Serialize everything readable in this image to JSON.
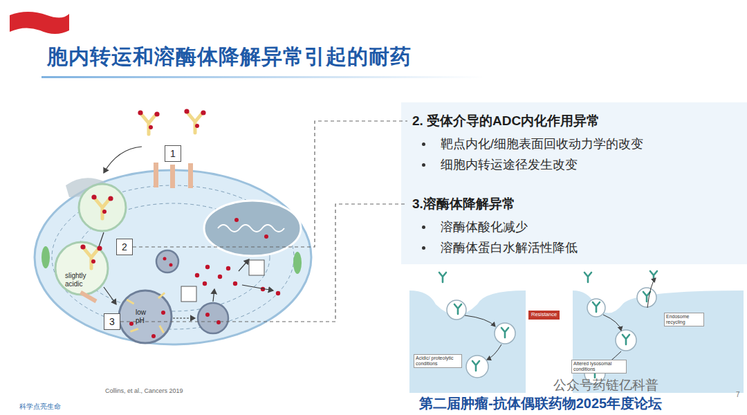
{
  "diagram": {
    "title": "胞内转运和溶酶体降解异常引起的耐药",
    "nodes": [
      {
        "text": [
          "1"
        ]
      },
      {
        "text": [
          "2"
        ]
      },
      {
        "text": [
          "3"
        ]
      },
      {
        "text": [
          "2. 受体介导的ADC内化作用异常",
          "靶点内化/细胞表面回收动力学的改变",
          "细胞内转运途径发生改变"
        ]
      },
      {
        "text": [
          "3.溶酶体降解异常",
          "溶酶体酸化减少",
          "溶酶体蛋白水解活性降低"
        ]
      }
    ],
    "edges": [
      {
        "from": 1,
        "to": 3,
        "arrow": "none"
      },
      {
        "from": 2,
        "to": 4,
        "arrow": "none"
      }
    ],
    "labels": [
      "slightly acidic",
      "low pH",
      "Collins, et al., Cancers 2019",
      "Resistance",
      "Endosome recycling",
      "Acidic/ proteolytic conditions",
      "Altered lysosomal conditions",
      "公众号药链亿科普",
      "第二届肿瘤-抗体偶联药物2025年度论坛",
      "7",
      "科学点亮生命"
    ]
  }
}
